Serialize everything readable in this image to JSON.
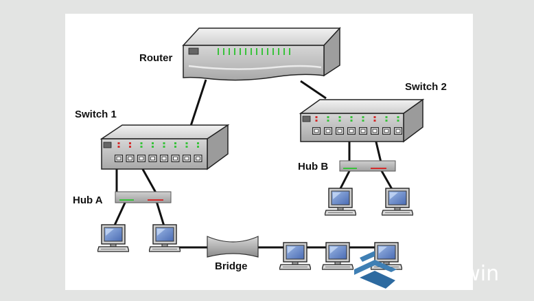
{
  "labels": {
    "router": "Router",
    "switch1": "Switch 1",
    "switch2": "Switch 2",
    "hub_a": "Hub A",
    "hub_b": "Hub B",
    "bridge": "Bridge"
  },
  "watermark": {
    "text": "kompiwin",
    "icon": "kompiwin-logo-icon"
  },
  "colors": {
    "led_green": "#39c23b",
    "led_red": "#d42b2b",
    "device_face": "#c8c8c8",
    "device_top": "#e4e4e4",
    "background": "#e3e4e3",
    "panel": "#ffffff",
    "logo_blue": "#3f7fb4"
  }
}
